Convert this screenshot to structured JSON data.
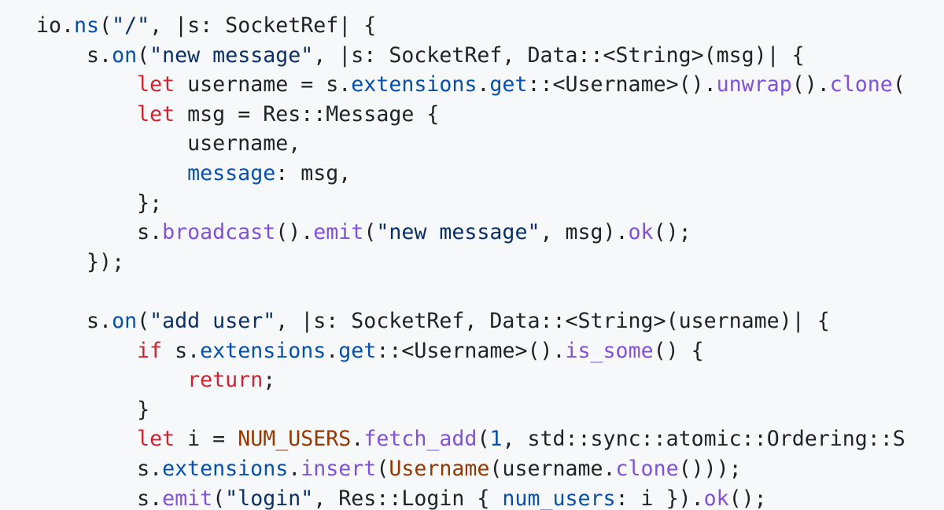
{
  "code": {
    "lines": [
      [
        {
          "t": "io."
        },
        {
          "t": "ns",
          "c": "prop"
        },
        {
          "t": "("
        },
        {
          "t": "\"/\"",
          "c": "str"
        },
        {
          "t": ", |s: SocketRef| {"
        }
      ],
      [
        {
          "t": "    s."
        },
        {
          "t": "on",
          "c": "prop"
        },
        {
          "t": "("
        },
        {
          "t": "\"new message\"",
          "c": "str"
        },
        {
          "t": ", |s: SocketRef, Data::<String>(msg)| {"
        }
      ],
      [
        {
          "t": "        "
        },
        {
          "t": "let",
          "c": "kw"
        },
        {
          "t": " username = s."
        },
        {
          "t": "extensions",
          "c": "prop"
        },
        {
          "t": "."
        },
        {
          "t": "get",
          "c": "prop"
        },
        {
          "t": "::<Username>()."
        },
        {
          "t": "unwrap",
          "c": "fn"
        },
        {
          "t": "()."
        },
        {
          "t": "clone",
          "c": "fn"
        },
        {
          "t": "("
        }
      ],
      [
        {
          "t": "        "
        },
        {
          "t": "let",
          "c": "kw"
        },
        {
          "t": " msg = Res::Message {"
        }
      ],
      [
        {
          "t": "            username,"
        }
      ],
      [
        {
          "t": "            "
        },
        {
          "t": "message",
          "c": "prop"
        },
        {
          "t": ": msg,"
        }
      ],
      [
        {
          "t": "        };"
        }
      ],
      [
        {
          "t": "        s."
        },
        {
          "t": "broadcast",
          "c": "fn"
        },
        {
          "t": "()."
        },
        {
          "t": "emit",
          "c": "fn"
        },
        {
          "t": "("
        },
        {
          "t": "\"new message\"",
          "c": "str"
        },
        {
          "t": ", msg)."
        },
        {
          "t": "ok",
          "c": "fn"
        },
        {
          "t": "();"
        }
      ],
      [
        {
          "t": "    });"
        }
      ],
      [
        {
          "t": ""
        }
      ],
      [
        {
          "t": "    s."
        },
        {
          "t": "on",
          "c": "prop"
        },
        {
          "t": "("
        },
        {
          "t": "\"add user\"",
          "c": "str"
        },
        {
          "t": ", |s: SocketRef, Data::<String>(username)| {"
        }
      ],
      [
        {
          "t": "        "
        },
        {
          "t": "if",
          "c": "kw"
        },
        {
          "t": " s."
        },
        {
          "t": "extensions",
          "c": "prop"
        },
        {
          "t": "."
        },
        {
          "t": "get",
          "c": "prop"
        },
        {
          "t": "::<Username>()."
        },
        {
          "t": "is_some",
          "c": "fn"
        },
        {
          "t": "() {"
        }
      ],
      [
        {
          "t": "            "
        },
        {
          "t": "return",
          "c": "kw"
        },
        {
          "t": ";"
        }
      ],
      [
        {
          "t": "        }"
        }
      ],
      [
        {
          "t": "        "
        },
        {
          "t": "let",
          "c": "kw"
        },
        {
          "t": " i = "
        },
        {
          "t": "NUM_USERS",
          "c": "typ"
        },
        {
          "t": "."
        },
        {
          "t": "fetch_add",
          "c": "fn"
        },
        {
          "t": "("
        },
        {
          "t": "1",
          "c": "prop"
        },
        {
          "t": ", std::sync::atomic::Ordering::S"
        }
      ],
      [
        {
          "t": "        s."
        },
        {
          "t": "extensions",
          "c": "prop"
        },
        {
          "t": "."
        },
        {
          "t": "insert",
          "c": "fn"
        },
        {
          "t": "("
        },
        {
          "t": "Username",
          "c": "typ"
        },
        {
          "t": "(username."
        },
        {
          "t": "clone",
          "c": "fn"
        },
        {
          "t": "()));"
        }
      ],
      [
        {
          "t": "        s."
        },
        {
          "t": "emit",
          "c": "fn"
        },
        {
          "t": "("
        },
        {
          "t": "\"login\"",
          "c": "str"
        },
        {
          "t": ", Res::Login { "
        },
        {
          "t": "num_users",
          "c": "prop"
        },
        {
          "t": ": i })."
        },
        {
          "t": "ok",
          "c": "fn"
        },
        {
          "t": "();"
        }
      ]
    ]
  },
  "colors": {
    "background": "#f6f8fa",
    "text": "#1f2328",
    "keyword": "#cf222e",
    "function": "#8250df",
    "string": "#0a3069",
    "property": "#0550ae",
    "type": "#953800"
  }
}
